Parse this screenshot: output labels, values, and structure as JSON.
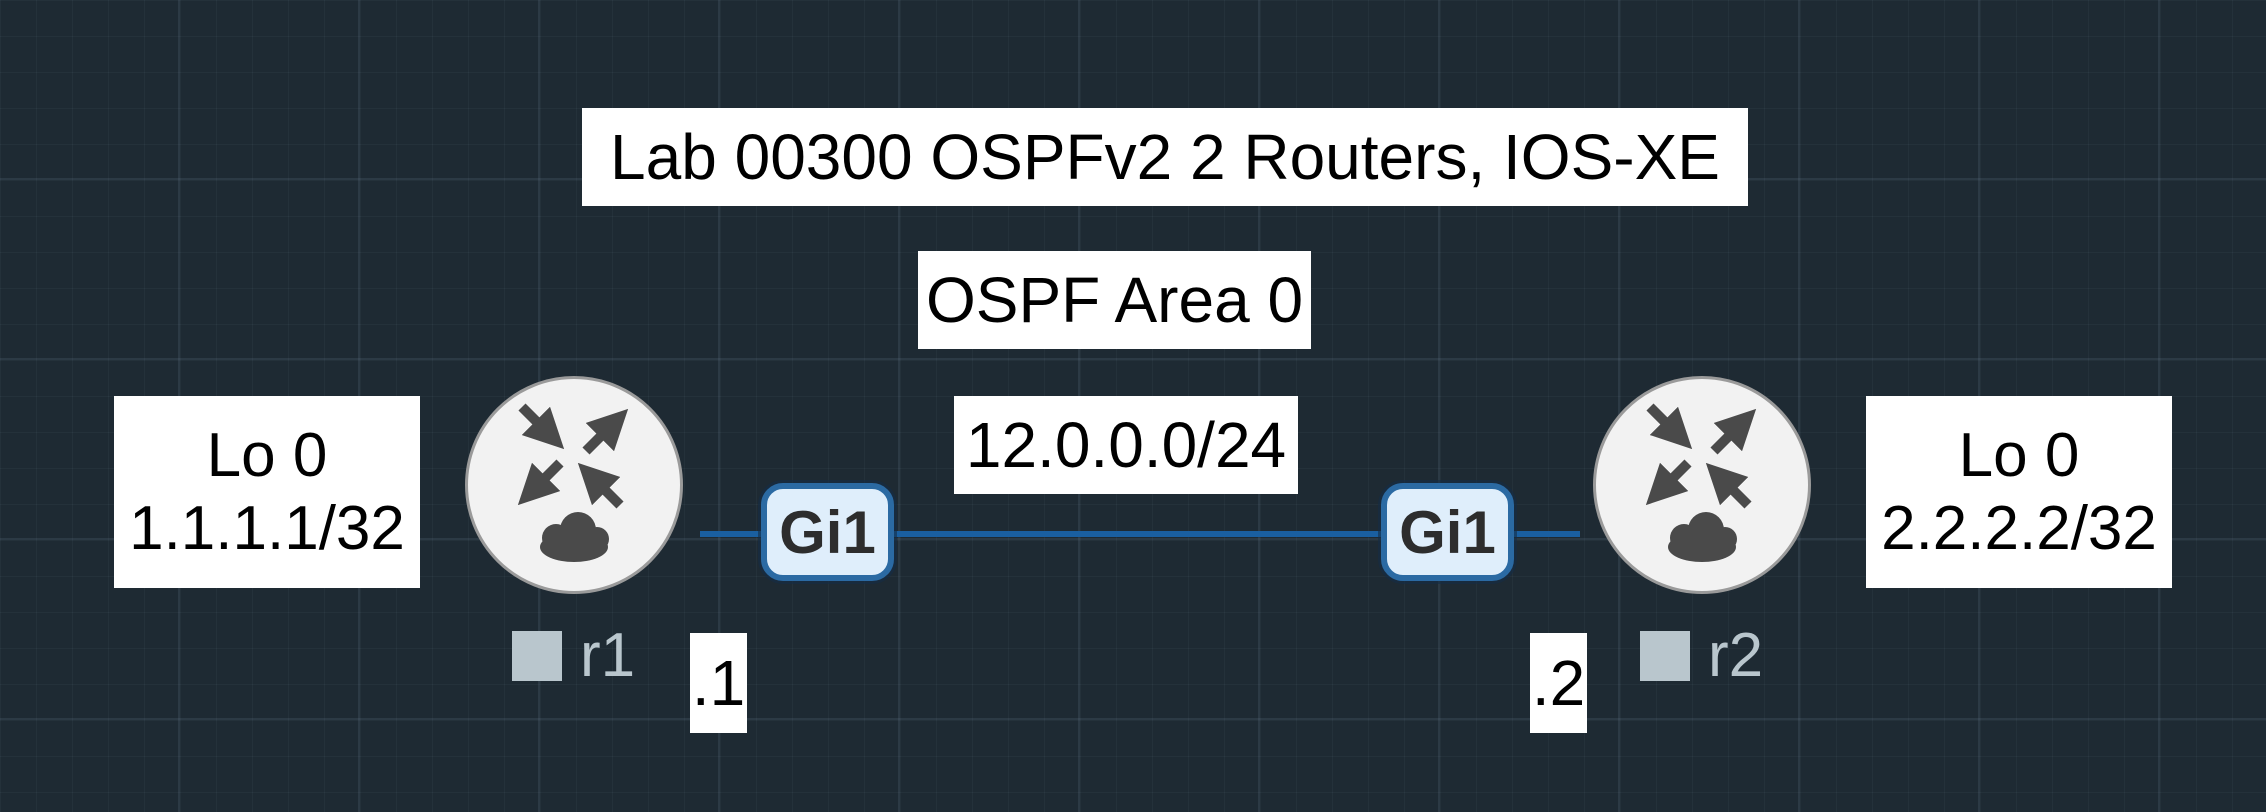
{
  "title": "Lab 00300 OSPFv2 2 Routers, IOS-XE",
  "area_label": "OSPF Area 0",
  "link_subnet": "12.0.0.0/24",
  "colors": {
    "background": "#1e2a33",
    "link": "#1a5fa0",
    "interface_fill": "#dfeefb",
    "interface_border": "#2b6aa3",
    "node_label": "#b9c6cd",
    "router_icon": "#4a4a4a"
  },
  "nodes": [
    {
      "name": "r1",
      "icon": "router-icon",
      "interface": "Gi1",
      "host_address": ".1",
      "loopback": {
        "name": "Lo 0",
        "address": "1.1.1.1/32"
      }
    },
    {
      "name": "r2",
      "icon": "router-icon",
      "interface": "Gi1",
      "host_address": ".2",
      "loopback": {
        "name": "Lo 0",
        "address": "2.2.2.2/32"
      }
    }
  ]
}
